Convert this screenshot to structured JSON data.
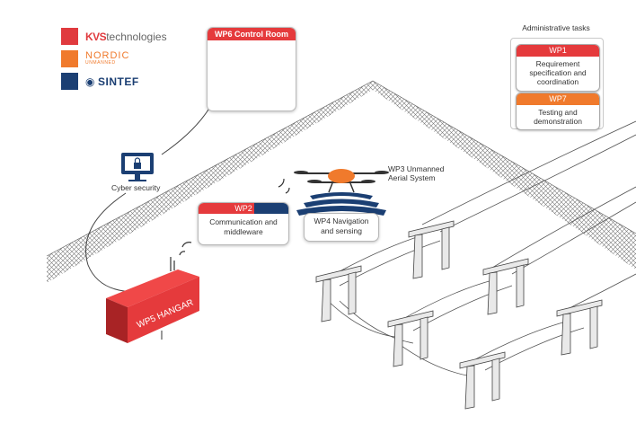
{
  "legend": [
    {
      "brand": "kvs",
      "prefix": "KVS",
      "suffix": "technologies",
      "color": "#e03a3e"
    },
    {
      "brand": "nordic",
      "name": "NORDIC",
      "sub": "UNMANNED",
      "color": "#f07a2c"
    },
    {
      "brand": "sintef",
      "name": "SINTEF",
      "color": "#1b3f73"
    }
  ],
  "wp6": {
    "label": "WP6 Control Room",
    "color": "#e53a3c"
  },
  "admin": {
    "title": "Administrative tasks",
    "wp1": {
      "label": "WP1",
      "text": "Requirement specification and coordination",
      "color": "#e53a3c"
    },
    "wp7": {
      "label": "WP7",
      "text": "Testing and demonstration",
      "color": "#f07a2c"
    }
  },
  "cyber": {
    "label": "Cyber security",
    "color": "#1b3f73"
  },
  "wp2": {
    "label": "WP2",
    "text": "Communication and middleware",
    "color": "#e53a3c",
    "accent": "#1b3f73"
  },
  "wp3": {
    "label": "WP3 Unmanned Aerial System",
    "color": "#f07a2c"
  },
  "wp4": {
    "text": "WP4 Navigation and sensing",
    "color": "#1b3f73"
  },
  "wp5": {
    "label": "WP5 HANGAR",
    "color": "#e53a3c"
  }
}
